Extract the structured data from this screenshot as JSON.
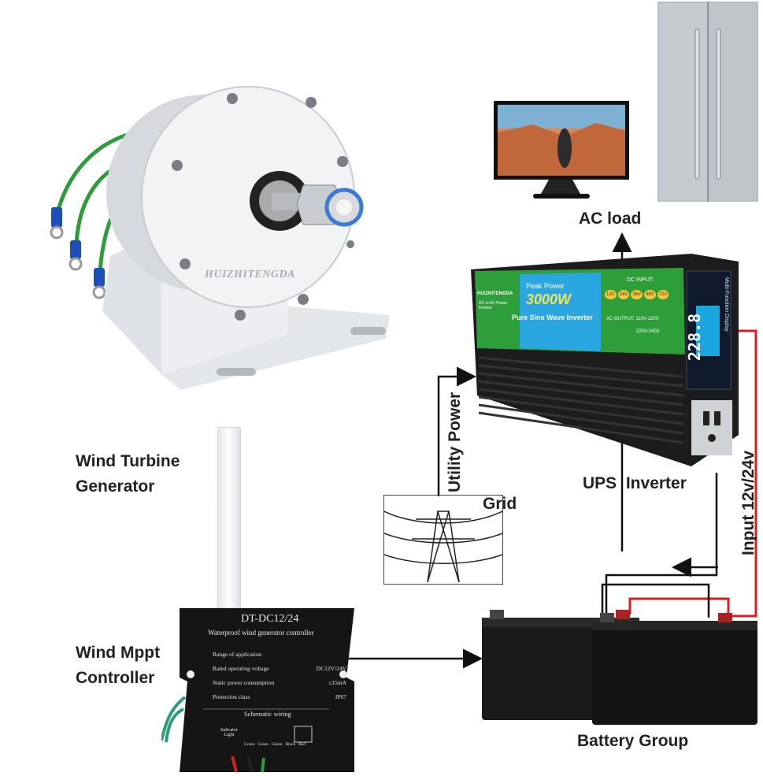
{
  "generator": {
    "brand": "HUIZHITENGDA",
    "caption_line1": "Wind Turbine",
    "caption_line2": "Generator"
  },
  "ac_load": {
    "label": "AC load"
  },
  "inverter": {
    "brand_small": "HUIZHITENGDA",
    "subtitle_small": "DC to AC Power Inverter",
    "peak_power_label": "Peak Power",
    "power": "3000W",
    "wave_type": "Pure Sine Wave Inverter",
    "dc_input_label": "DC INPUT:",
    "voltages": [
      "12V",
      "24V",
      "36V",
      "48V",
      "72V"
    ],
    "ac_output_label": "AC OUTPUT:",
    "ac_output_1": "110V-120V",
    "ac_output_2": "220V-240V",
    "display_title": "Multi-Function Display",
    "display_value": "228.8",
    "caption": "UPS  Inverter"
  },
  "utility": {
    "vertical_label": "Utility Power",
    "grid_label": "Grid"
  },
  "input_label": "Input 12v/24v",
  "controller": {
    "model": "DT-DC12/24",
    "subtitle": "Waterproof wind generator controller",
    "rows": [
      {
        "label": "Range of application",
        "value": ""
      },
      {
        "label": "Rated operating voltage",
        "value": "DC12V/24V"
      },
      {
        "label": "Static power consumption",
        "value": "≤15mA"
      },
      {
        "label": "Protection class",
        "value": "IP67"
      }
    ],
    "wiring_title": "Schematic wiring",
    "indicator_label": "Indicator Light",
    "terminals": [
      "Green",
      "Green",
      "Green",
      "Black",
      "Red"
    ],
    "caption_line1": "Wind Mppt",
    "caption_line2": "Controller"
  },
  "battery": {
    "caption": "Battery Group"
  },
  "colors": {
    "inverter_green": "#2e9e3a",
    "inverter_blue": "#2aa6e0",
    "inverter_body": "#1c1c1c",
    "wire_red": "#d81e1e",
    "wire_black": "#111111",
    "generator_white": "#eef0f3",
    "fridge_silver": "#b9bec3"
  }
}
